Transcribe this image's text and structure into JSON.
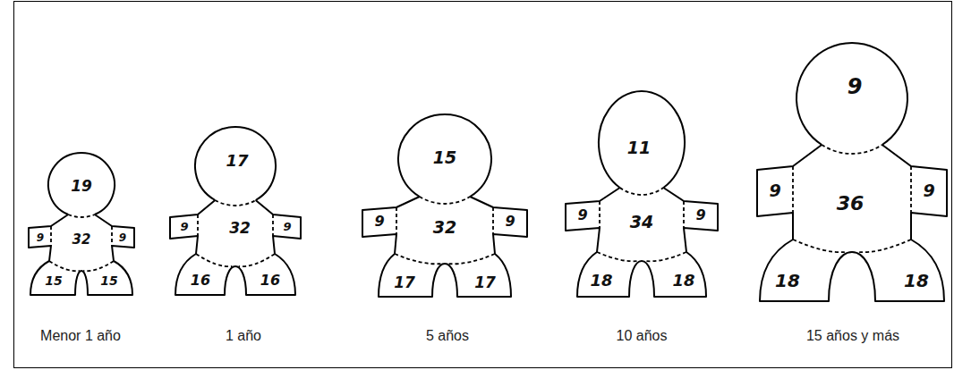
{
  "diagram": {
    "nodes": [
      {
        "text": [
          "Menor 1 año"
        ]
      },
      {
        "text": [
          "19"
        ],
        "in": 0
      },
      {
        "text": [
          "9"
        ],
        "in": 0
      },
      {
        "text": [
          "32"
        ],
        "in": 0
      },
      {
        "text": [
          "9"
        ],
        "in": 0
      },
      {
        "text": [
          "15"
        ],
        "in": 0
      },
      {
        "text": [
          "15"
        ],
        "in": 0
      },
      {
        "text": [
          "1 año"
        ]
      },
      {
        "text": [
          "17"
        ],
        "in": 7
      },
      {
        "text": [
          "9"
        ],
        "in": 7
      },
      {
        "text": [
          "32"
        ],
        "in": 7
      },
      {
        "text": [
          "9"
        ],
        "in": 7
      },
      {
        "text": [
          "16"
        ],
        "in": 7
      },
      {
        "text": [
          "16"
        ],
        "in": 7
      },
      {
        "text": [
          "5 años"
        ]
      },
      {
        "text": [
          "15"
        ],
        "in": 14
      },
      {
        "text": [
          "9"
        ],
        "in": 14
      },
      {
        "text": [
          "32"
        ],
        "in": 14
      },
      {
        "text": [
          "9"
        ],
        "in": 14
      },
      {
        "text": [
          "17"
        ],
        "in": 14
      },
      {
        "text": [
          "17"
        ],
        "in": 14
      },
      {
        "text": [
          "10 años"
        ]
      },
      {
        "text": [
          "11"
        ],
        "in": 21
      },
      {
        "text": [
          "9"
        ],
        "in": 21
      },
      {
        "text": [
          "34"
        ],
        "in": 21
      },
      {
        "text": [
          "9"
        ],
        "in": 21
      },
      {
        "text": [
          "18"
        ],
        "in": 21
      },
      {
        "text": [
          "18"
        ],
        "in": 21
      },
      {
        "text": [
          "15 años y más"
        ]
      },
      {
        "text": [
          "9"
        ],
        "in": 28
      },
      {
        "text": [
          "9"
        ],
        "in": 28
      },
      {
        "text": [
          "36"
        ],
        "in": 28
      },
      {
        "text": [
          "9"
        ],
        "in": 28
      },
      {
        "text": [
          "18"
        ],
        "in": 28
      },
      {
        "text": [
          "18"
        ],
        "in": 28
      }
    ]
  }
}
